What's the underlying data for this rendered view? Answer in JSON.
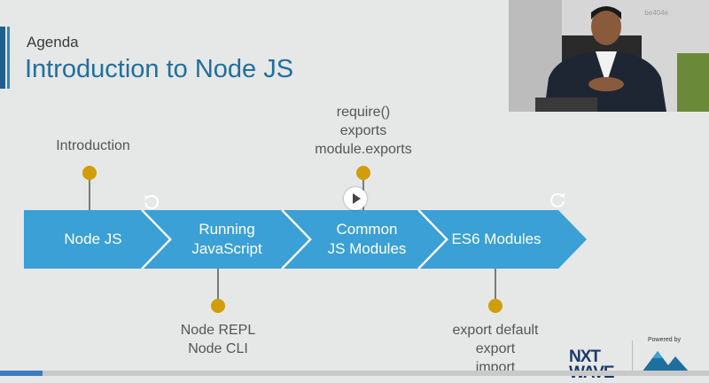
{
  "slide": {
    "agenda": "Agenda",
    "title": "Introduction to Node JS"
  },
  "webcam": {
    "id_text": "be404e"
  },
  "timeline": {
    "steps": [
      {
        "label_lines": [
          "Node JS"
        ]
      },
      {
        "label_lines": [
          "Running",
          "JavaScript"
        ]
      },
      {
        "label_lines": [
          "Common",
          "JS Modules"
        ]
      },
      {
        "label_lines": [
          "ES6 Modules"
        ]
      }
    ],
    "top_notes": {
      "introduction": "Introduction",
      "modules": [
        "require()",
        "exports",
        "module.exports"
      ]
    },
    "bottom_notes": {
      "node": [
        "Node REPL",
        "Node CLI"
      ],
      "es6": [
        "export default",
        "export",
        "import"
      ]
    }
  },
  "branding": {
    "logo_line1": "NXT",
    "logo_line2": "WAVE",
    "powered_by": "Powered by"
  },
  "player": {
    "play_icon": "play-icon",
    "rewind_icon": "replay-10-icon",
    "forward_icon": "forward-10-icon"
  },
  "colors": {
    "chevron": "#3aa0d5",
    "dot": "#d19e0a",
    "title": "#1f6f9e"
  }
}
